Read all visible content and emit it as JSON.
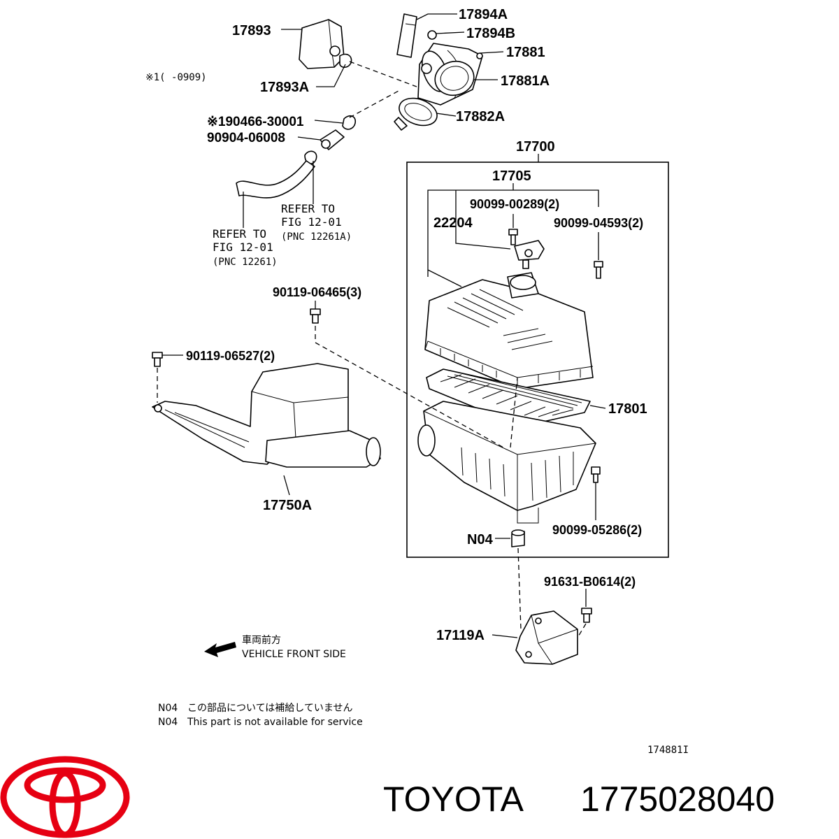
{
  "diagram": {
    "part_labels": {
      "p17893": "17893",
      "p17894A": "17894A",
      "p17894B": "17894B",
      "p17881": "17881",
      "p17881A": "17881A",
      "p17893A": "17893A",
      "p17882A": "17882A",
      "p90466": "※190466-30001",
      "p90904": "90904-06008",
      "p17700": "17700",
      "p17705": "17705",
      "p90099_00289": "90099-00289(2)",
      "p22204": "22204",
      "p90099_04593": "90099-04593(2)",
      "p90119_06465": "90119-06465(3)",
      "p90119_06527": "90119-06527(2)",
      "p17801": "17801",
      "p17750A": "17750A",
      "pN04": "N04",
      "p90099_05286": "90099-05286(2)",
      "p91631": "91631-B0614(2)",
      "p17119A": "17119A"
    },
    "date_note": "※1(      -0909)",
    "refer_a": {
      "line1": "REFER TO",
      "line2": "FIG 12-01",
      "line3": "(PNC 12261A)"
    },
    "refer_b": {
      "line1": "REFER TO",
      "line2": "FIG 12-01",
      "line3": "(PNC 12261)"
    },
    "direction": {
      "jp": "車両前方",
      "en": "VEHICLE FRONT SIDE"
    },
    "footnote": {
      "code1": "N04",
      "jp": "この部品については補給していません",
      "code2": "N04",
      "en": "This part is not available for service"
    },
    "figure_id": "174881I"
  },
  "branding": {
    "logo_color": "#e60012",
    "brand": "TOYOTA",
    "part_number": "1775028040"
  }
}
